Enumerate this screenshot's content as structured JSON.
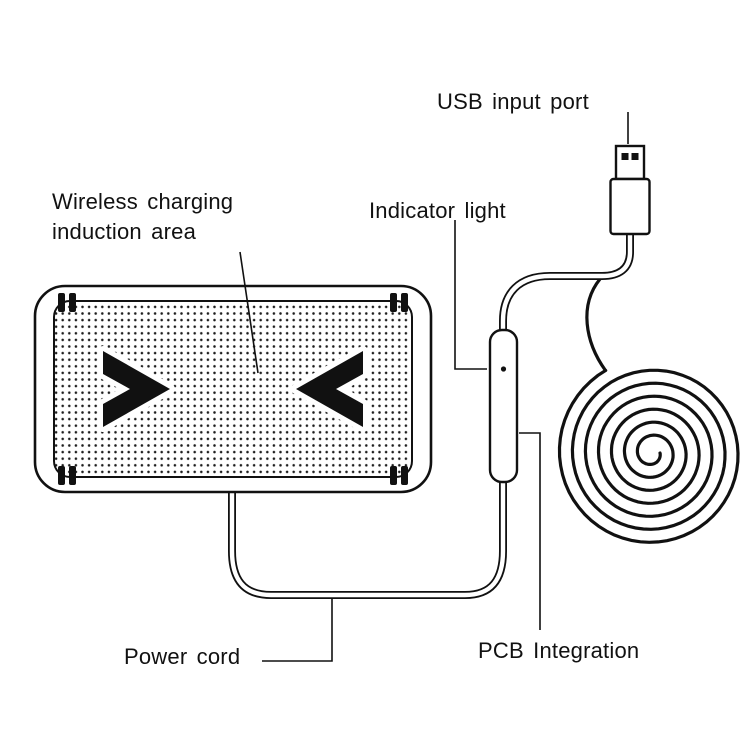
{
  "canvas": {
    "background": "#ffffff",
    "line_color": "#111111"
  },
  "labels": {
    "wireless_induction": {
      "line1": "Wireless charging",
      "line2": "induction area"
    },
    "usb_input_port": "USB input port",
    "indicator_light": "Indicator light",
    "pcb_integration": "PCB Integration",
    "power_cord": "Power cord"
  },
  "parts": [
    "charging-pad",
    "induction-dot-surface",
    "arrow-right-icon",
    "arrow-left-icon",
    "usb-plug",
    "pcb-module",
    "indicator-dot",
    "power-cord",
    "coiled-cord"
  ]
}
